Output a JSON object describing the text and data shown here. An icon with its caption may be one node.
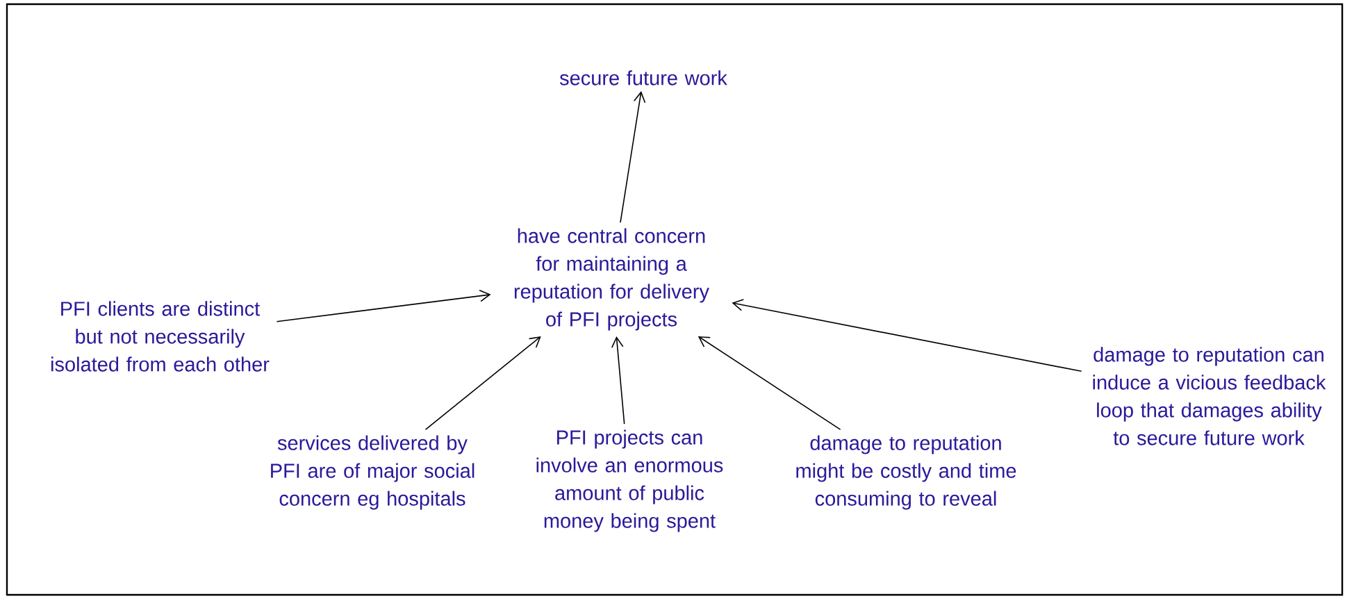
{
  "diagram": {
    "nodes": [
      {
        "text": [
          "secure future work"
        ]
      },
      {
        "text": [
          "have central concern for maintaining a reputation for delivery of PFI projects"
        ]
      },
      {
        "text": [
          "PFI clients are distinct but not necessarily isolated from each other"
        ]
      },
      {
        "text": [
          "services delivered by PFI are of major social concern eg hospitals"
        ]
      },
      {
        "text": [
          "PFI projects can involve an enormous amount of public money being spent"
        ]
      },
      {
        "text": [
          "damage to reputation might be costly and time consuming to reveal"
        ]
      },
      {
        "text": [
          "damage to reputation can induce a vicious feedback loop that damages ability to secure future work"
        ]
      }
    ],
    "edges": [
      {
        "from": 1,
        "to": 0,
        "arrow": "to"
      },
      {
        "from": 2,
        "to": 1,
        "arrow": "to"
      },
      {
        "from": 3,
        "to": 1,
        "arrow": "to"
      },
      {
        "from": 4,
        "to": 1,
        "arrow": "to"
      },
      {
        "from": 5,
        "to": 1,
        "arrow": "to"
      },
      {
        "from": 6,
        "to": 1,
        "arrow": "to"
      }
    ]
  }
}
